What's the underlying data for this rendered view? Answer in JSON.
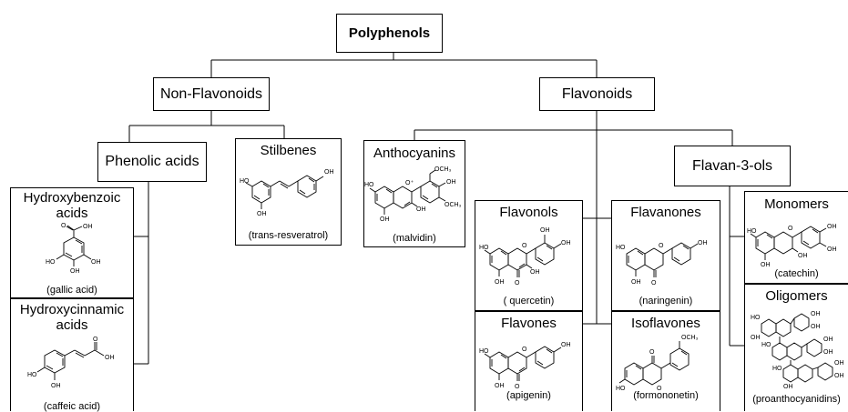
{
  "root": {
    "label": "Polyphenols"
  },
  "non_flavonoids": {
    "label": "Non-Flavonoids",
    "phenolic_acids": {
      "label": "Phenolic acids",
      "hydroxybenzoic": {
        "title": "Hydroxybenzoic acids",
        "example": "(gallic acid)"
      },
      "hydroxycinnamic": {
        "title": "Hydroxycinnamic acids",
        "example": "(caffeic acid)"
      }
    },
    "stilbenes": {
      "title": "Stilbenes",
      "example": "(trans-resveratrol)"
    }
  },
  "flavonoids": {
    "label": "Flavonoids",
    "anthocyanins": {
      "title": "Anthocyanins",
      "example": "(malvidin)"
    },
    "flavonols": {
      "title": "Flavonols",
      "example": "( quercetin)"
    },
    "flavanones": {
      "title": "Flavanones",
      "example": "(naringenin)"
    },
    "flavones": {
      "title": "Flavones",
      "example": "(apigenin)"
    },
    "isoflavones": {
      "title": "Isoflavones",
      "example": "(formononetin)"
    },
    "flavan3ols": {
      "label": "Flavan-3-ols",
      "monomers": {
        "title": "Monomers",
        "example": "(catechin)"
      },
      "oligomers": {
        "title": "Oligomers",
        "example": "(proanthocyanidins)"
      }
    }
  },
  "atom_labels": {
    "oh": "OH",
    "ho": "HO",
    "o": "O",
    "och3": "OCH₃",
    "o_cation": "O⁺",
    "oh_double": "OH"
  }
}
